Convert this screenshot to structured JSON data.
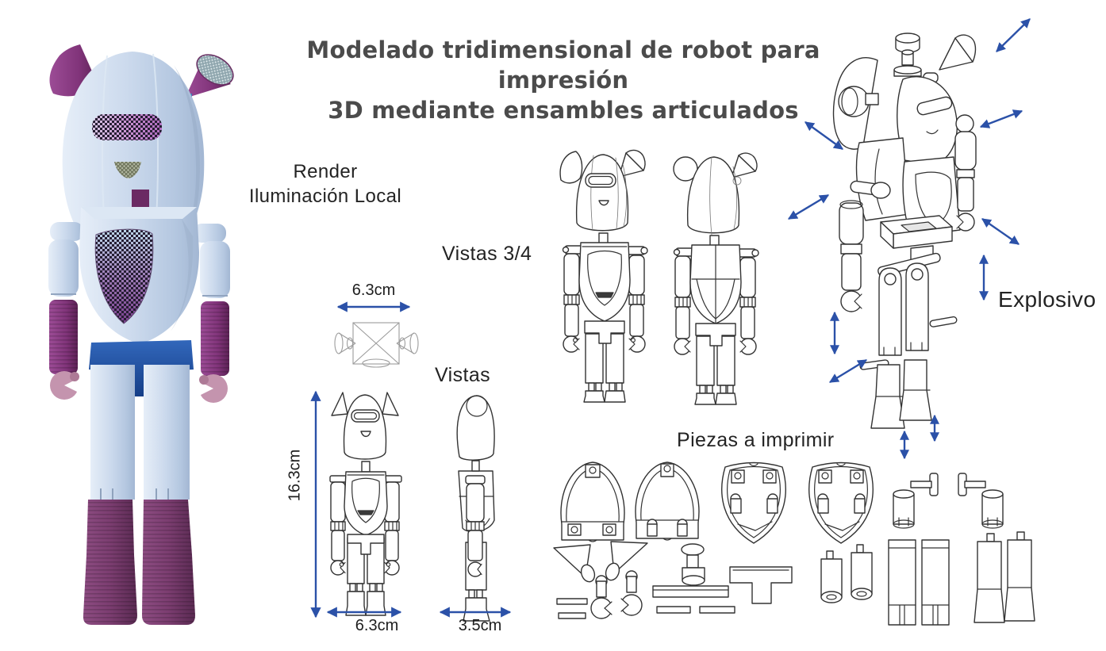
{
  "title": {
    "line1": "Modelado tridimensional de robot para impresión",
    "line2": "3D mediante ensambles articulados"
  },
  "render_label": {
    "line1": "Render",
    "line2": "Iluminación Local"
  },
  "views": {
    "three_quarter_label": "Vistas 3/4",
    "ortho_label": "Vistas",
    "exploded_label": "Explosivo",
    "parts_label": "Piezas a imprimir"
  },
  "dimensions": {
    "top_view_width": "6.3cm",
    "front_height": "16.3cm",
    "front_width": "6.3cm",
    "side_depth": "3.5cm"
  },
  "icons": {
    "dimension_arrow": "double-headed-arrow",
    "explode_arrow": "double-headed-arrow"
  },
  "colors": {
    "dimension_arrow_blue": "#2b51a8",
    "title_text": "#4b4b4b",
    "label_text": "#232323",
    "line_art": "#333333",
    "robot_body_blue": "#ccdaed",
    "robot_ear_purple": "#722d6d",
    "robot_forearm_purple": "#8c3c88",
    "robot_boot_purple": "#7b3d70",
    "robot_pelvis_blue": "#1d4f9e",
    "robot_hand_pink": "#c494ae",
    "robot_visor_pink": "#c98fd2"
  }
}
